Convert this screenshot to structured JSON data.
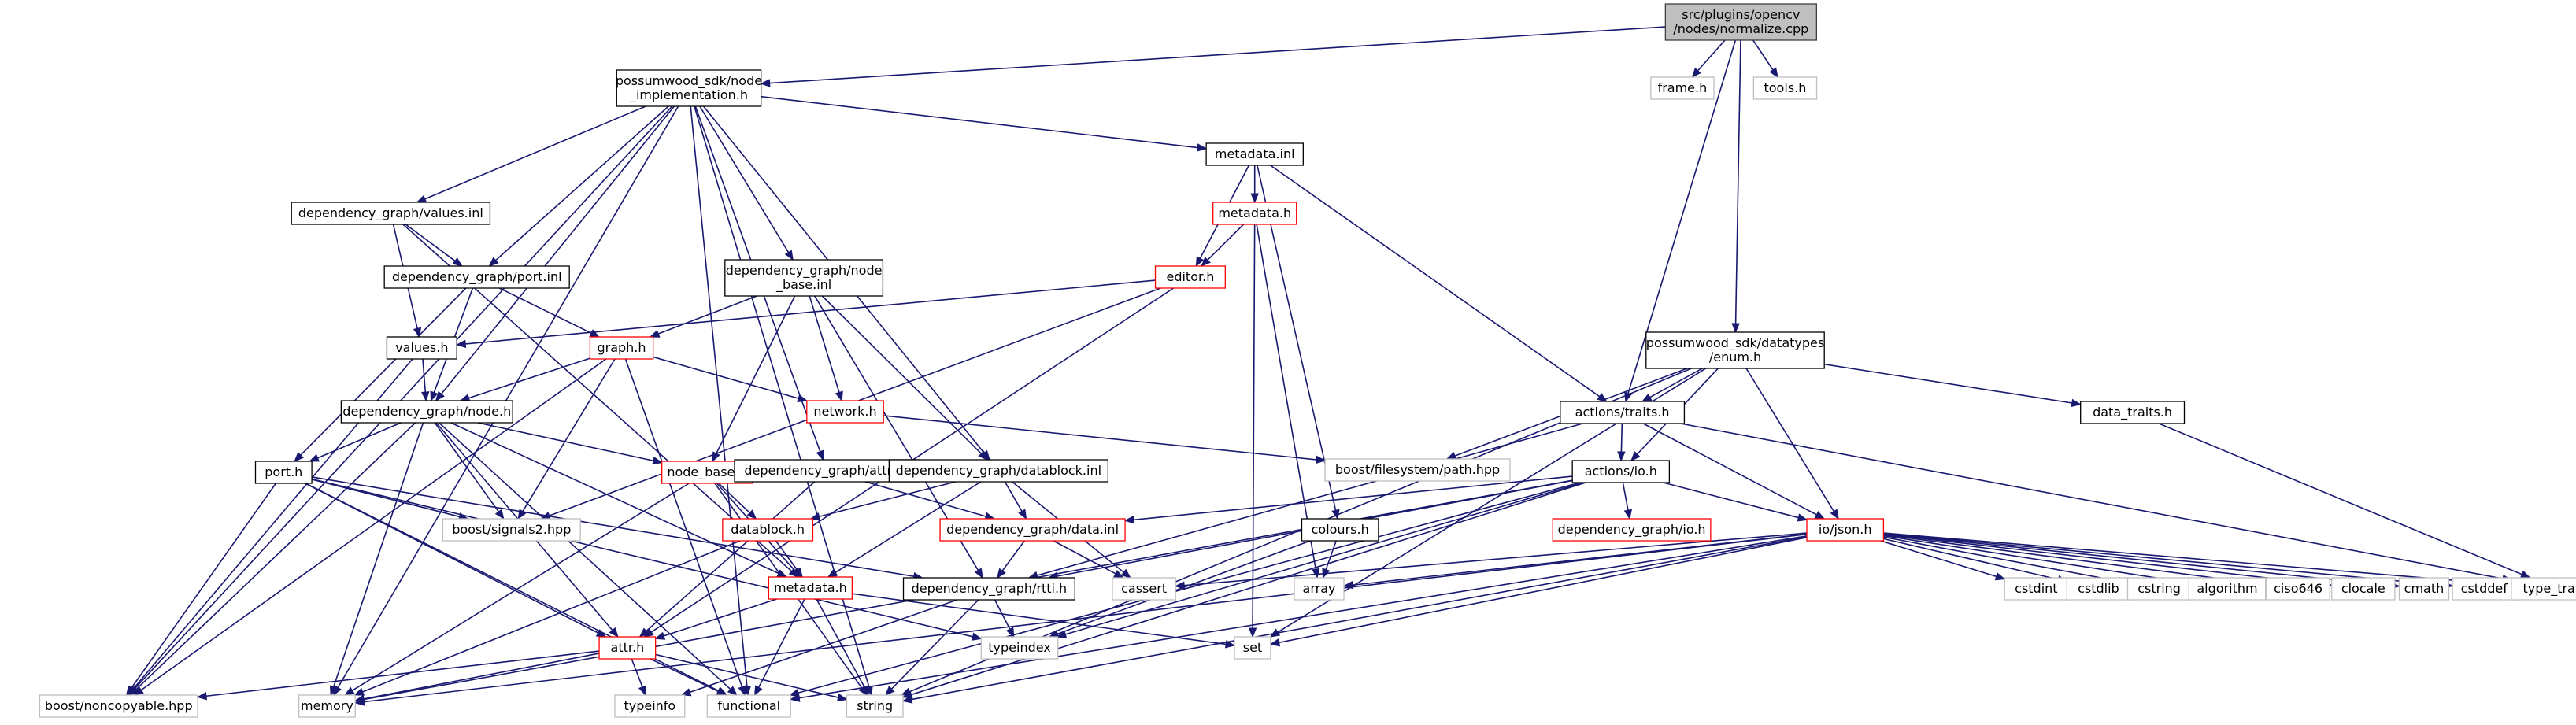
{
  "nodes": [
    {
      "id": "normalize",
      "lines": [
        "src/plugins/opencv",
        "/nodes/normalize.cpp"
      ],
      "style": "root"
    },
    {
      "id": "node_impl",
      "lines": [
        "possumwood_sdk/node",
        "_implementation.h"
      ],
      "style": "normal"
    },
    {
      "id": "frame",
      "lines": [
        "frame.h"
      ],
      "style": "external"
    },
    {
      "id": "tools",
      "lines": [
        "tools.h"
      ],
      "style": "external"
    },
    {
      "id": "enum",
      "lines": [
        "possumwood_sdk/datatypes",
        "/enum.h"
      ],
      "style": "normal"
    },
    {
      "id": "metadata_inl",
      "lines": [
        "metadata.inl"
      ],
      "style": "normal"
    },
    {
      "id": "values_inl",
      "lines": [
        "dependency_graph/values.inl"
      ],
      "style": "normal"
    },
    {
      "id": "metadata_h",
      "lines": [
        "metadata.h"
      ],
      "style": "truncated"
    },
    {
      "id": "port_inl",
      "lines": [
        "dependency_graph/port.inl"
      ],
      "style": "normal"
    },
    {
      "id": "node_base_inl",
      "lines": [
        "dependency_graph/node",
        "_base.inl"
      ],
      "style": "normal"
    },
    {
      "id": "editor",
      "lines": [
        "editor.h"
      ],
      "style": "truncated"
    },
    {
      "id": "values_h",
      "lines": [
        "values.h"
      ],
      "style": "normal"
    },
    {
      "id": "graph_h",
      "lines": [
        "graph.h"
      ],
      "style": "truncated"
    },
    {
      "id": "traits",
      "lines": [
        "actions/traits.h"
      ],
      "style": "normal"
    },
    {
      "id": "data_traits",
      "lines": [
        "data_traits.h"
      ],
      "style": "normal"
    },
    {
      "id": "node_h",
      "lines": [
        "dependency_graph/node.h"
      ],
      "style": "normal"
    },
    {
      "id": "network",
      "lines": [
        "network.h"
      ],
      "style": "truncated"
    },
    {
      "id": "fs_path",
      "lines": [
        "boost/filesystem/path.hpp"
      ],
      "style": "external"
    },
    {
      "id": "port_h",
      "lines": [
        "port.h"
      ],
      "style": "normal"
    },
    {
      "id": "node_base_h",
      "lines": [
        "node_base.h"
      ],
      "style": "truncated"
    },
    {
      "id": "attr_inl",
      "lines": [
        "dependency_graph/attr.inl"
      ],
      "style": "normal"
    },
    {
      "id": "datablock_inl",
      "lines": [
        "dependency_graph/datablock.inl"
      ],
      "style": "normal"
    },
    {
      "id": "io_h",
      "lines": [
        "actions/io.h"
      ],
      "style": "normal"
    },
    {
      "id": "signals2",
      "lines": [
        "boost/signals2.hpp"
      ],
      "style": "external"
    },
    {
      "id": "datablock_h",
      "lines": [
        "datablock.h"
      ],
      "style": "truncated"
    },
    {
      "id": "data_inl",
      "lines": [
        "dependency_graph/data.inl"
      ],
      "style": "truncated"
    },
    {
      "id": "colours",
      "lines": [
        "colours.h"
      ],
      "style": "normal"
    },
    {
      "id": "dg_io",
      "lines": [
        "dependency_graph/io.h"
      ],
      "style": "truncated"
    },
    {
      "id": "json",
      "lines": [
        "io/json.h"
      ],
      "style": "truncated"
    },
    {
      "id": "metadata2",
      "lines": [
        "metadata.h"
      ],
      "style": "truncated"
    },
    {
      "id": "rtti",
      "lines": [
        "dependency_graph/rtti.h"
      ],
      "style": "normal"
    },
    {
      "id": "cassert",
      "lines": [
        "cassert"
      ],
      "style": "external"
    },
    {
      "id": "array",
      "lines": [
        "array"
      ],
      "style": "external"
    },
    {
      "id": "cstdint",
      "lines": [
        "cstdint"
      ],
      "style": "external"
    },
    {
      "id": "cstdlib",
      "lines": [
        "cstdlib"
      ],
      "style": "external"
    },
    {
      "id": "cstring",
      "lines": [
        "cstring"
      ],
      "style": "external"
    },
    {
      "id": "algorithm",
      "lines": [
        "algorithm"
      ],
      "style": "external"
    },
    {
      "id": "ciso646",
      "lines": [
        "ciso646"
      ],
      "style": "external"
    },
    {
      "id": "clocale",
      "lines": [
        "clocale"
      ],
      "style": "external"
    },
    {
      "id": "cmath",
      "lines": [
        "cmath"
      ],
      "style": "external"
    },
    {
      "id": "cstddef",
      "lines": [
        "cstddef"
      ],
      "style": "external"
    },
    {
      "id": "type_traits",
      "lines": [
        "type_traits"
      ],
      "style": "external"
    },
    {
      "id": "attr_h",
      "lines": [
        "attr.h"
      ],
      "style": "truncated"
    },
    {
      "id": "typeindex",
      "lines": [
        "typeindex"
      ],
      "style": "external"
    },
    {
      "id": "set",
      "lines": [
        "set"
      ],
      "style": "external"
    },
    {
      "id": "noncopyable",
      "lines": [
        "boost/noncopyable.hpp"
      ],
      "style": "external"
    },
    {
      "id": "memory",
      "lines": [
        "memory"
      ],
      "style": "external"
    },
    {
      "id": "typeinfo",
      "lines": [
        "typeinfo"
      ],
      "style": "external"
    },
    {
      "id": "functional",
      "lines": [
        "functional"
      ],
      "style": "external"
    },
    {
      "id": "string",
      "lines": [
        "string"
      ],
      "style": "external"
    }
  ],
  "edges": [
    [
      "normalize",
      "node_impl"
    ],
    [
      "normalize",
      "frame"
    ],
    [
      "normalize",
      "tools"
    ],
    [
      "normalize",
      "enum"
    ],
    [
      "normalize",
      "traits"
    ],
    [
      "node_impl",
      "metadata_inl"
    ],
    [
      "node_impl",
      "values_inl"
    ],
    [
      "node_impl",
      "port_inl"
    ],
    [
      "node_impl",
      "node_base_inl"
    ],
    [
      "node_impl",
      "node_h"
    ],
    [
      "node_impl",
      "attr_inl"
    ],
    [
      "node_impl",
      "datablock_inl"
    ],
    [
      "node_impl",
      "noncopyable"
    ],
    [
      "node_impl",
      "memory"
    ],
    [
      "node_impl",
      "string"
    ],
    [
      "node_impl",
      "functional"
    ],
    [
      "metadata_inl",
      "metadata_h"
    ],
    [
      "metadata_inl",
      "editor"
    ],
    [
      "metadata_inl",
      "traits"
    ],
    [
      "metadata_inl",
      "colours"
    ],
    [
      "metadata_h",
      "editor"
    ],
    [
      "metadata_h",
      "set"
    ],
    [
      "metadata_h",
      "array"
    ],
    [
      "editor",
      "values_h"
    ],
    [
      "editor",
      "signals2"
    ],
    [
      "editor",
      "attr_h"
    ],
    [
      "values_inl",
      "port_inl"
    ],
    [
      "values_inl",
      "values_h"
    ],
    [
      "values_inl",
      "metadata2"
    ],
    [
      "port_inl",
      "graph_h"
    ],
    [
      "port_inl",
      "node_h"
    ],
    [
      "port_inl",
      "port_h"
    ],
    [
      "node_base_inl",
      "graph_h"
    ],
    [
      "node_base_inl",
      "network"
    ],
    [
      "node_base_inl",
      "node_base_h"
    ],
    [
      "node_base_inl",
      "datablock_inl"
    ],
    [
      "node_base_inl",
      "rtti"
    ],
    [
      "values_h",
      "node_h"
    ],
    [
      "values_h",
      "noncopyable"
    ],
    [
      "graph_h",
      "node_h"
    ],
    [
      "graph_h",
      "network"
    ],
    [
      "graph_h",
      "signals2"
    ],
    [
      "graph_h",
      "noncopyable"
    ],
    [
      "graph_h",
      "functional"
    ],
    [
      "network",
      "fs_path"
    ],
    [
      "node_h",
      "port_h"
    ],
    [
      "node_h",
      "node_base_h"
    ],
    [
      "node_h",
      "signals2"
    ],
    [
      "node_h",
      "noncopyable"
    ],
    [
      "node_h",
      "memory"
    ],
    [
      "node_h",
      "attr_h"
    ],
    [
      "node_h",
      "metadata2"
    ],
    [
      "node_h",
      "functional"
    ],
    [
      "port_h",
      "signals2"
    ],
    [
      "port_h",
      "noncopyable"
    ],
    [
      "port_h",
      "rtti"
    ],
    [
      "port_h",
      "typeindex"
    ],
    [
      "port_h",
      "attr_h"
    ],
    [
      "port_h",
      "functional"
    ],
    [
      "node_base_h",
      "datablock_h"
    ],
    [
      "node_base_h",
      "metadata2"
    ],
    [
      "node_base_h",
      "memory"
    ],
    [
      "node_base_h",
      "string"
    ],
    [
      "attr_inl",
      "data_inl"
    ],
    [
      "attr_inl",
      "attr_h"
    ],
    [
      "datablock_inl",
      "datablock_h"
    ],
    [
      "datablock_inl",
      "data_inl"
    ],
    [
      "datablock_inl",
      "metadata2"
    ],
    [
      "datablock_inl",
      "cassert"
    ],
    [
      "datablock_h",
      "metadata2"
    ],
    [
      "datablock_h",
      "memory"
    ],
    [
      "data_inl",
      "rtti"
    ],
    [
      "data_inl",
      "cassert"
    ],
    [
      "enum",
      "traits"
    ],
    [
      "enum",
      "io_h"
    ],
    [
      "enum",
      "json"
    ],
    [
      "enum",
      "data_traits"
    ],
    [
      "enum",
      "fs_path"
    ],
    [
      "enum",
      "set"
    ],
    [
      "enum",
      "string"
    ],
    [
      "traits",
      "io_h"
    ],
    [
      "traits",
      "rtti"
    ],
    [
      "traits",
      "json"
    ],
    [
      "traits",
      "type_traits"
    ],
    [
      "data_traits",
      "type_traits"
    ],
    [
      "io_h",
      "data_inl"
    ],
    [
      "io_h",
      "dg_io"
    ],
    [
      "io_h",
      "json"
    ],
    [
      "io_h",
      "rtti"
    ],
    [
      "io_h",
      "typeindex"
    ],
    [
      "io_h",
      "functional"
    ],
    [
      "io_h",
      "string"
    ],
    [
      "io_h",
      "memory"
    ],
    [
      "colours",
      "array"
    ],
    [
      "colours",
      "typeindex"
    ],
    [
      "json",
      "cstdint"
    ],
    [
      "json",
      "cstdlib"
    ],
    [
      "json",
      "cstring"
    ],
    [
      "json",
      "algorithm"
    ],
    [
      "json",
      "ciso646"
    ],
    [
      "json",
      "clocale"
    ],
    [
      "json",
      "cmath"
    ],
    [
      "json",
      "cstddef"
    ],
    [
      "json",
      "type_traits"
    ],
    [
      "json",
      "array"
    ],
    [
      "json",
      "cassert"
    ],
    [
      "json",
      "set"
    ],
    [
      "json",
      "functional"
    ],
    [
      "json",
      "memory"
    ],
    [
      "json",
      "string"
    ],
    [
      "metadata2",
      "attr_h"
    ],
    [
      "metadata2",
      "set"
    ],
    [
      "metadata2",
      "string"
    ],
    [
      "metadata2",
      "functional"
    ],
    [
      "rtti",
      "typeindex"
    ],
    [
      "rtti",
      "string"
    ],
    [
      "rtti",
      "typeinfo"
    ],
    [
      "attr_h",
      "noncopyable"
    ],
    [
      "attr_h",
      "memory"
    ],
    [
      "attr_h",
      "typeinfo"
    ],
    [
      "attr_h",
      "functional"
    ],
    [
      "attr_h",
      "string"
    ]
  ]
}
